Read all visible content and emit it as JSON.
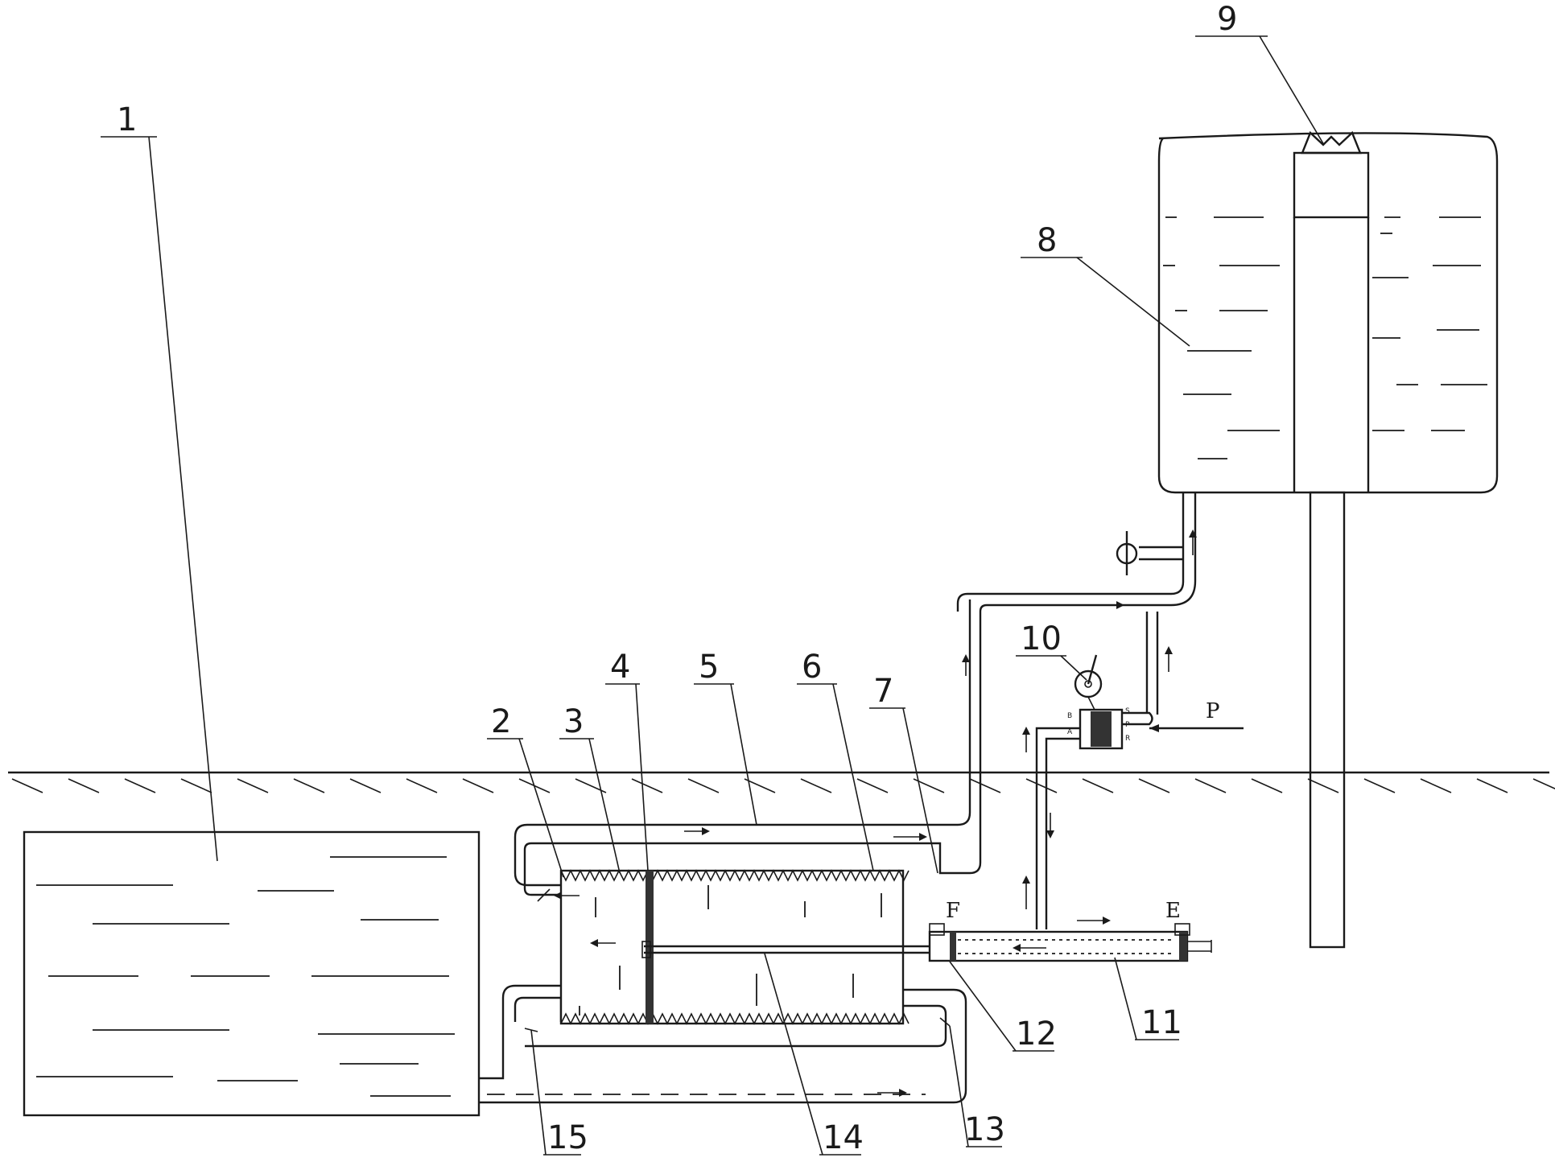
{
  "labels": {
    "l1": "1",
    "l2": "2",
    "l3": "3",
    "l4": "4",
    "l5": "5",
    "l6": "6",
    "l7": "7",
    "l8": "8",
    "l9": "9",
    "l10": "10",
    "l11": "11",
    "l12": "12",
    "l13": "13",
    "l14": "14",
    "l15": "15",
    "p": "P",
    "e": "E",
    "f": "F"
  },
  "valve_ports": {
    "b": "B",
    "a": "A",
    "s": "S",
    "p": "P",
    "r": "R"
  },
  "colors": {
    "ink": "#1a1a1a",
    "background": "#ffffff"
  }
}
